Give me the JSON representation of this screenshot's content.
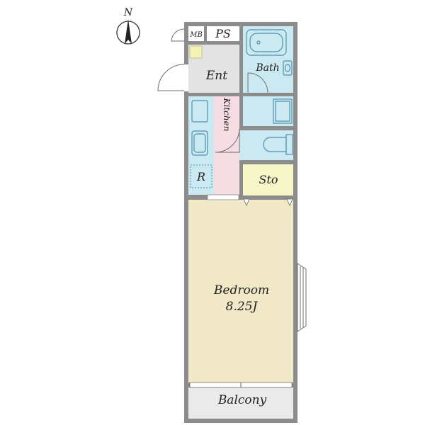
{
  "colors": {
    "wall": "#8c8c8c",
    "entrance": "#e3e3e3",
    "bath": "#cbe9f1",
    "kitchen": "#f6dde3",
    "storage": "#f7f6c8",
    "bedroom": "#f1e8c8",
    "balcony": "#eaeaea",
    "fixture": "#4f8fae",
    "mb_yellow": "#f3f3b5"
  },
  "compass": {
    "label": "N"
  },
  "rooms": {
    "mb": "MB",
    "ps": "PS",
    "ent": "Ent",
    "bath": "Bath",
    "kitchen": "Kitchen",
    "refrigerator": "R",
    "storage": "Sto",
    "bedroom": "Bedroom",
    "bedroom_size": "8.25J",
    "balcony": "Balcony"
  }
}
